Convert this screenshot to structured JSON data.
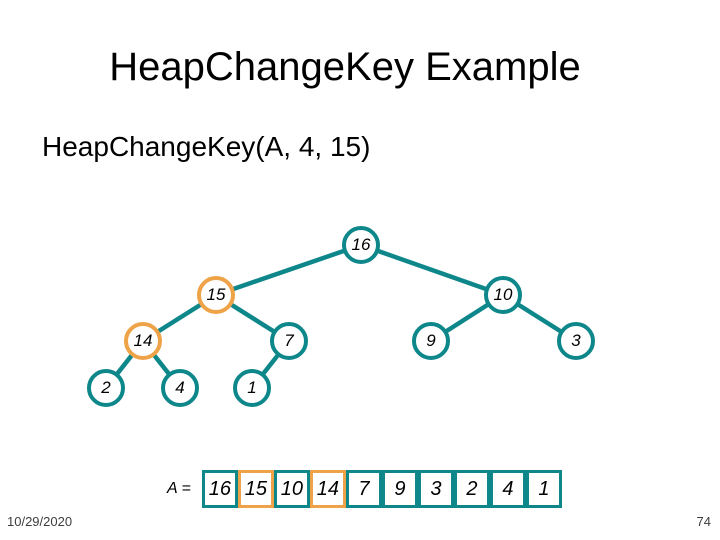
{
  "slide": {
    "title": "HeapChangeKey Example",
    "subtitle": "HeapChangeKey(A, 4, 15)"
  },
  "tree": {
    "type": "binary-heap-diagram",
    "nodes": [
      {
        "value": "16",
        "highlighted": false
      },
      {
        "value": "15",
        "highlighted": true
      },
      {
        "value": "10",
        "highlighted": false
      },
      {
        "value": "14",
        "highlighted": true
      },
      {
        "value": "7",
        "highlighted": false
      },
      {
        "value": "9",
        "highlighted": false
      },
      {
        "value": "3",
        "highlighted": false
      },
      {
        "value": "2",
        "highlighted": false
      },
      {
        "value": "4",
        "highlighted": false
      },
      {
        "value": "1",
        "highlighted": false
      }
    ],
    "edges": [
      [
        "16",
        "15"
      ],
      [
        "16",
        "10"
      ],
      [
        "15",
        "14"
      ],
      [
        "15",
        "7"
      ],
      [
        "10",
        "9"
      ],
      [
        "10",
        "3"
      ],
      [
        "14",
        "2"
      ],
      [
        "14",
        "4"
      ],
      [
        "7",
        "1"
      ]
    ]
  },
  "array": {
    "label": "A =",
    "values": [
      "16",
      "15",
      "10",
      "14",
      "7",
      "9",
      "3",
      "2",
      "4",
      "1"
    ],
    "highlighted_indices": [
      1,
      3
    ]
  },
  "footer": {
    "date": "10/29/2020",
    "page_number": "74"
  },
  "colors": {
    "teal": "#0e878b",
    "orange": "#efa348",
    "text": "#000000"
  }
}
